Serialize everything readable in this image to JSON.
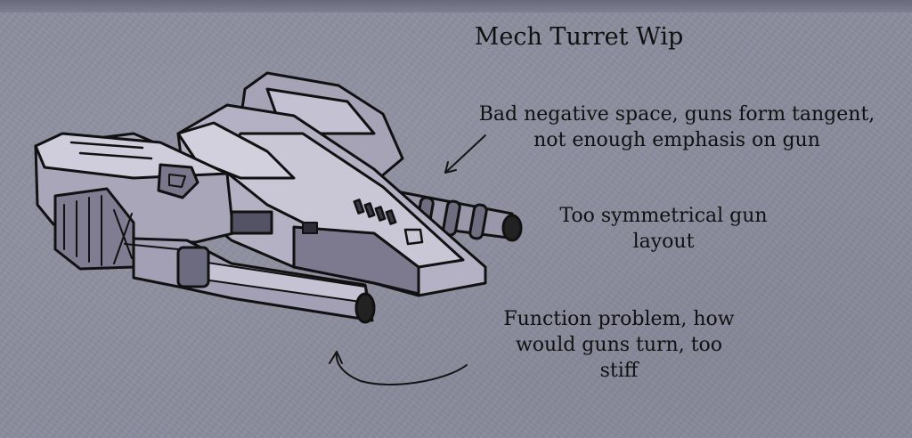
{
  "title": "Mech Turret Wip",
  "notes": [
    {
      "text": "Bad negative space, guns form tangent,\nnot enough emphasis on gun"
    },
    {
      "text": "Too symmetrical gun\nlayout"
    },
    {
      "text": "Function problem, how\nwould guns turn, too\nstiff"
    }
  ],
  "illustration": {
    "subject": "mech-turret-sketch"
  },
  "colors": {
    "background": "#8b8c9d",
    "ink": "#111111",
    "armor_light": "#b9b6c8",
    "armor_mid": "#8f8ca2",
    "armor_dark": "#3c3b48"
  }
}
